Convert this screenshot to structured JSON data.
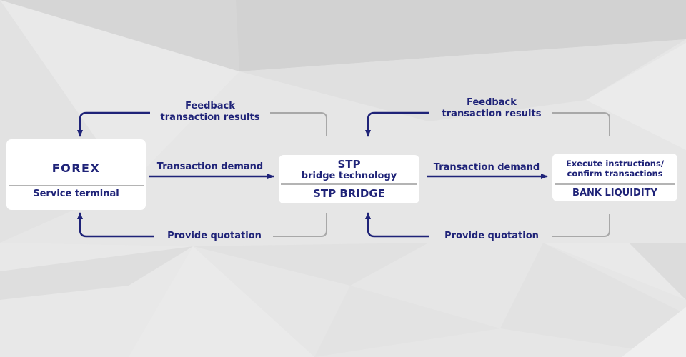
{
  "colors": {
    "primary": "#1f2378",
    "connector_gray": "#a8a8a8",
    "box_bg": "#ffffff",
    "background": "#e4e4e4"
  },
  "nodes": {
    "forex": {
      "title": "FOREX",
      "subtitle": "Service terminal"
    },
    "stp": {
      "title": "STP",
      "description": "bridge technology",
      "subtitle": "STP BRIDGE"
    },
    "bank": {
      "description_line1": "Execute instructions/",
      "description_line2": "confirm transactions",
      "subtitle": "BANK LIQUIDITY"
    }
  },
  "edges": {
    "left": {
      "feedback_line1": "Feedback",
      "feedback_line2": "transaction results",
      "demand": "Transaction demand",
      "quotation": "Provide quotation"
    },
    "right": {
      "feedback_line1": "Feedback",
      "feedback_line2": "transaction results",
      "demand": "Transaction demand",
      "quotation": "Provide quotation"
    }
  }
}
